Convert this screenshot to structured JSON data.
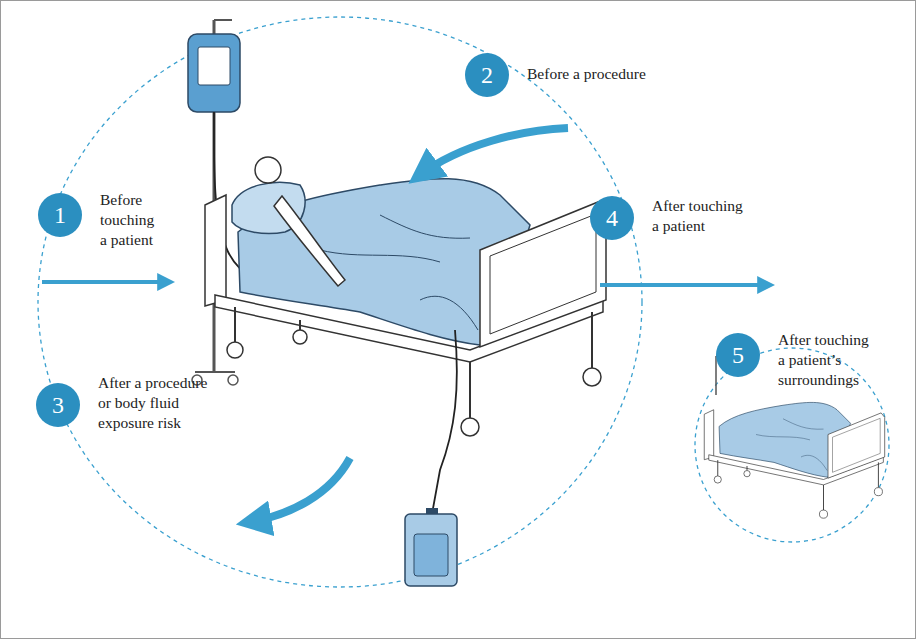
{
  "diagram": {
    "nodes": [
      {
        "text": [
          "1",
          "Before touching a patient"
        ]
      },
      {
        "text": [
          "2",
          "Before a procedure"
        ]
      },
      {
        "text": [
          "3",
          "After a procedure or body fluid exposure risk"
        ]
      },
      {
        "text": [
          "4",
          "After touching a patient"
        ]
      },
      {
        "text": [
          "5",
          "After touching a patient’s surroundings"
        ]
      }
    ]
  }
}
